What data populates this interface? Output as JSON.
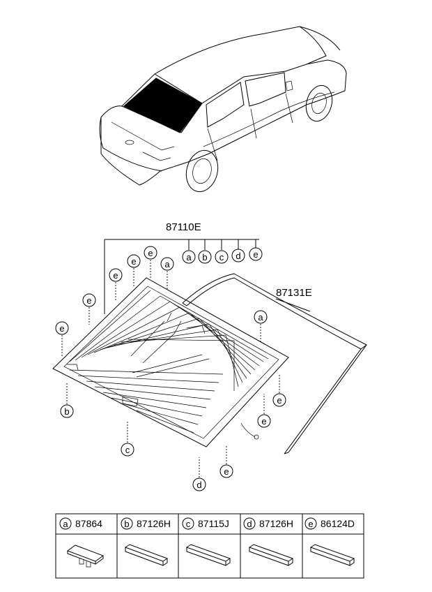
{
  "assembly": {
    "part_number": "87110E",
    "sub_letters": [
      "a",
      "b",
      "c",
      "d",
      "e"
    ]
  },
  "molding": {
    "part_number": "87131E"
  },
  "callouts": {
    "left_e1": "e",
    "left_e2": "e",
    "top_e1": "e",
    "top_e2": "e",
    "top_e3": "e",
    "top_a": "a",
    "right_a": "a",
    "right_e1": "e",
    "right_e2": "e",
    "bottom_b": "b",
    "bottom_c": "c",
    "bottom_d": "d",
    "bottom_e": "e"
  },
  "parts_table": [
    {
      "letter": "a",
      "part_number": "87864"
    },
    {
      "letter": "b",
      "part_number": "87126H"
    },
    {
      "letter": "c",
      "part_number": "87115J"
    },
    {
      "letter": "d",
      "part_number": "87126H"
    },
    {
      "letter": "e",
      "part_number": "86124D"
    }
  ]
}
